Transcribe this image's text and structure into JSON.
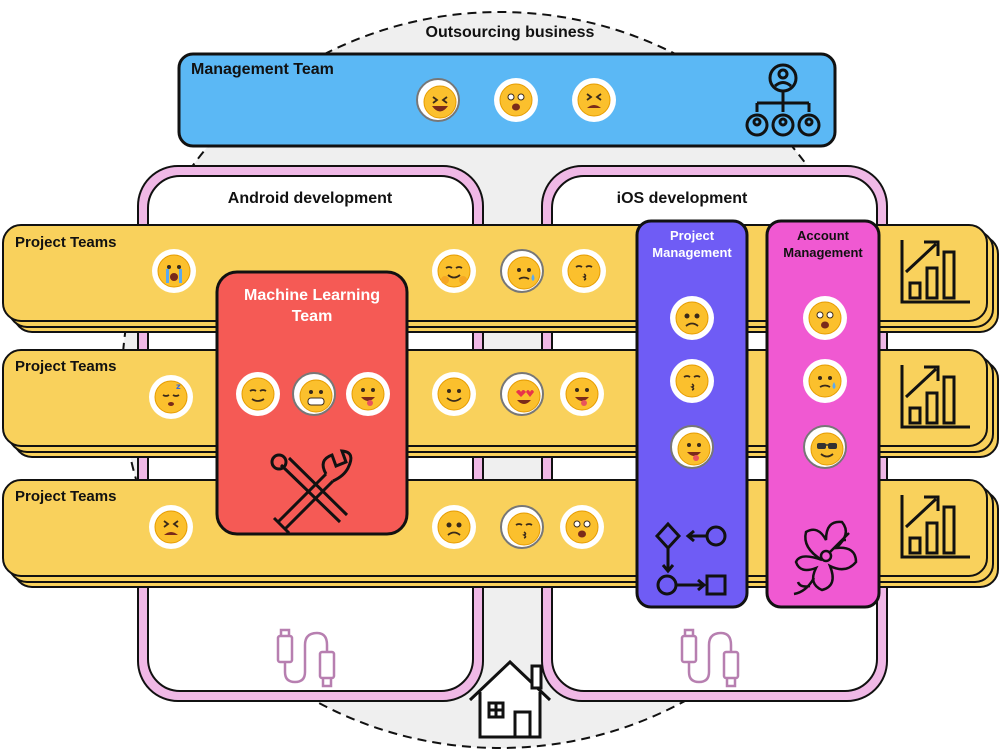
{
  "outer": {
    "title": "Outsourcing business"
  },
  "management": {
    "title": "Management Team"
  },
  "android": {
    "title": "Android development"
  },
  "ios": {
    "title": "iOS development"
  },
  "project_teams": [
    {
      "title": "Project Teams"
    },
    {
      "title": "Project Teams"
    },
    {
      "title": "Project Teams"
    }
  ],
  "ml_team": {
    "title_line1": "Machine Learning",
    "title_line2": "Team"
  },
  "project_management": {
    "title_line1": "Project",
    "title_line2": "Management"
  },
  "account_management": {
    "title_line1": "Account",
    "title_line2": "Management"
  },
  "colors": {
    "management": "#5bb8f5",
    "project_teams": "#f9d15c",
    "ml_team": "#f55a55",
    "project_management": "#6f5cf5",
    "account_management": "#f059d2",
    "dev_outline": "#f0b8e6",
    "cable": "#e6a9dd"
  },
  "icons": {
    "management": "org-chart-icon",
    "project_teams": "growth-chart-icon",
    "ml_team": "tools-icon",
    "project_management": "workflow-icon",
    "account_management": "hibiscus-icon",
    "dev_teams": "usb-cable-icon",
    "outer": "house-icon"
  }
}
